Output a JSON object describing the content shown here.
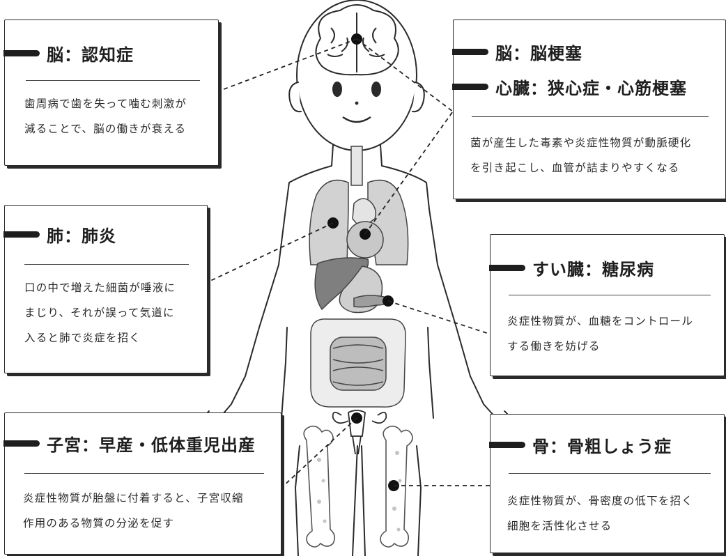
{
  "cards": {
    "brain_dementia": {
      "title": "脳：認知症",
      "lines": [
        "歯周病で歯を失って噛む刺激が",
        "減ることで、脳の働きが衰える"
      ]
    },
    "brain_heart": {
      "title1": "脳：脳梗塞",
      "title2": "心臓：狭心症・心筋梗塞",
      "lines": [
        "菌が産生した毒素や炎症性物質が動脈硬化",
        "を引き起こし、血管が詰まりやすくなる"
      ]
    },
    "lung": {
      "title": "肺：肺炎",
      "lines": [
        "口の中で増えた細菌が唾液に",
        "まじり、それが誤って気道に",
        "入ると肺で炎症を招く"
      ]
    },
    "pancreas": {
      "title": "すい臓：糖尿病",
      "lines": [
        "炎症性物質が、血糖をコントロール",
        "する働きを妨げる"
      ]
    },
    "uterus": {
      "title": "子宮：早産・低体重児出産",
      "lines": [
        "炎症性物質が胎盤に付着すると、子宮収縮",
        "作用のある物質の分泌を促す"
      ]
    },
    "bone": {
      "title": "骨：骨粗しょう症",
      "lines": [
        "炎症性物質が、骨密度の低下を招く",
        "細胞を活性化させる"
      ]
    }
  }
}
